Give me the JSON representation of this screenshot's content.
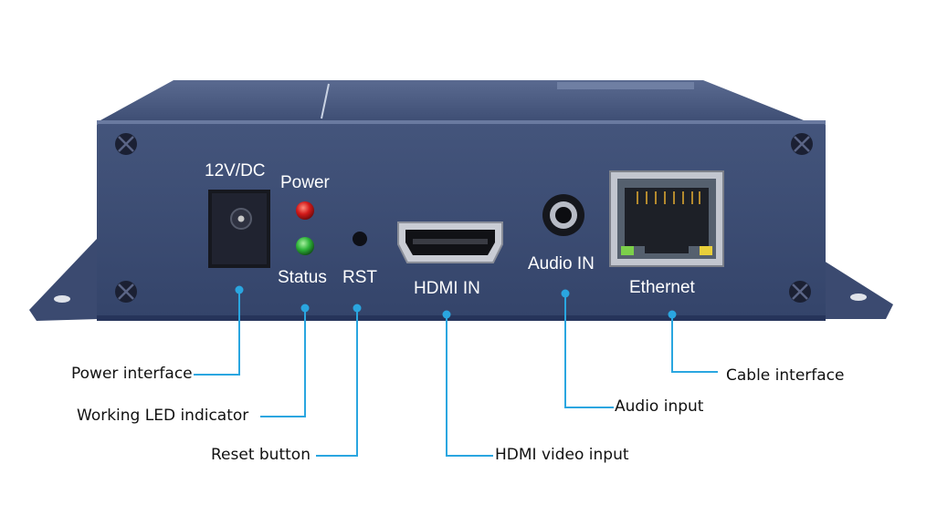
{
  "panel_labels": {
    "dc_in": "12V/DC",
    "power": "Power",
    "status": "Status",
    "rst": "RST",
    "hdmi_in": "HDMI IN",
    "audio_in": "Audio IN",
    "ethernet": "Ethernet"
  },
  "callouts": {
    "power_interface": "Power interface",
    "working_led": "Working LED indicator",
    "reset_button": "Reset button",
    "hdmi_video_input": "HDMI video input",
    "audio_input": "Audio input",
    "cable_interface": "Cable interface"
  },
  "colors": {
    "chassis": "#3a4a6e",
    "chassis_top": "#4b5b80",
    "callout_line": "#2aa6e0",
    "led_power": "#d21a1a",
    "led_status": "#2fb53a"
  }
}
